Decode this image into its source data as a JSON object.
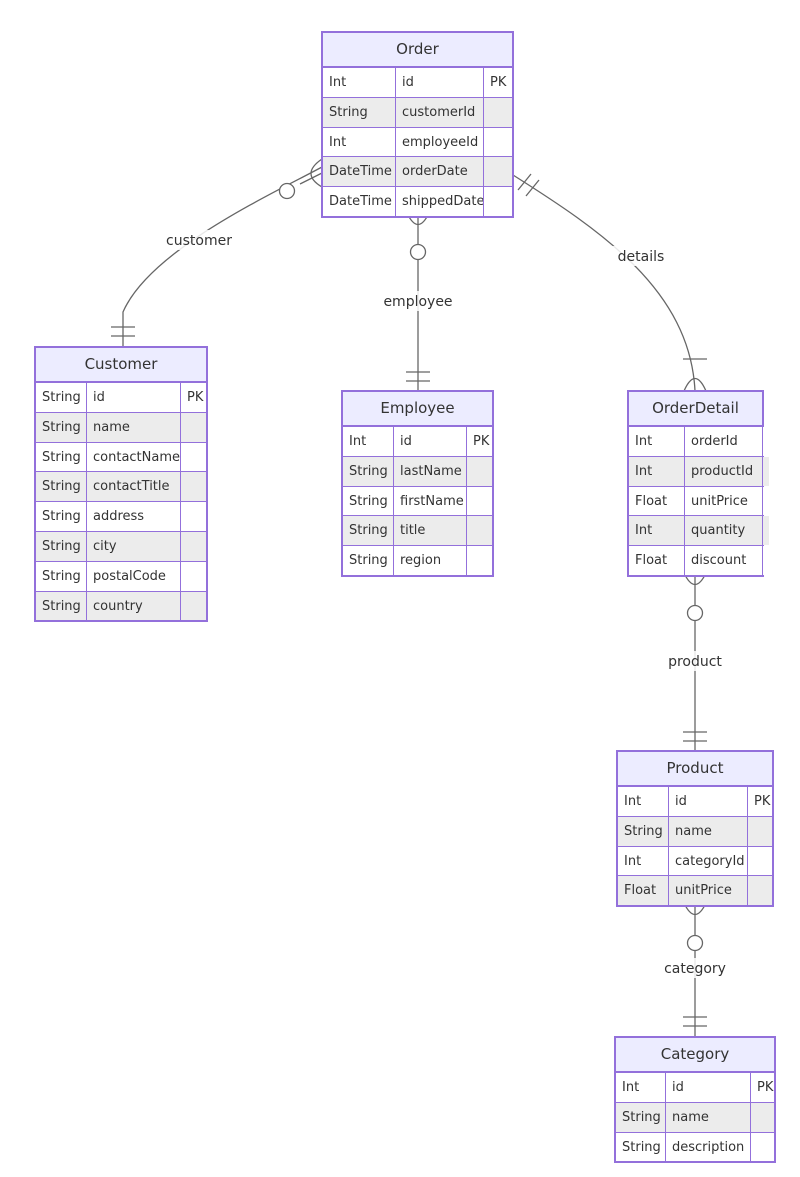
{
  "entities": [
    {
      "name": "Order",
      "attributes": [
        {
          "type": "Int",
          "name": "id",
          "key": "PK"
        },
        {
          "type": "String",
          "name": "customerId",
          "key": ""
        },
        {
          "type": "Int",
          "name": "employeeId",
          "key": ""
        },
        {
          "type": "DateTime",
          "name": "orderDate",
          "key": ""
        },
        {
          "type": "DateTime",
          "name": "shippedDate",
          "key": ""
        }
      ]
    },
    {
      "name": "Customer",
      "attributes": [
        {
          "type": "String",
          "name": "id",
          "key": "PK"
        },
        {
          "type": "String",
          "name": "name",
          "key": ""
        },
        {
          "type": "String",
          "name": "contactName",
          "key": ""
        },
        {
          "type": "String",
          "name": "contactTitle",
          "key": ""
        },
        {
          "type": "String",
          "name": "address",
          "key": ""
        },
        {
          "type": "String",
          "name": "city",
          "key": ""
        },
        {
          "type": "String",
          "name": "postalCode",
          "key": ""
        },
        {
          "type": "String",
          "name": "country",
          "key": ""
        }
      ]
    },
    {
      "name": "Employee",
      "attributes": [
        {
          "type": "Int",
          "name": "id",
          "key": "PK"
        },
        {
          "type": "String",
          "name": "lastName",
          "key": ""
        },
        {
          "type": "String",
          "name": "firstName",
          "key": ""
        },
        {
          "type": "String",
          "name": "title",
          "key": ""
        },
        {
          "type": "String",
          "name": "region",
          "key": ""
        }
      ]
    },
    {
      "name": "OrderDetail",
      "attributes": [
        {
          "type": "Int",
          "name": "orderId",
          "key": ""
        },
        {
          "type": "Int",
          "name": "productId",
          "key": ""
        },
        {
          "type": "Float",
          "name": "unitPrice",
          "key": ""
        },
        {
          "type": "Int",
          "name": "quantity",
          "key": ""
        },
        {
          "type": "Float",
          "name": "discount",
          "key": ""
        }
      ]
    },
    {
      "name": "Product",
      "attributes": [
        {
          "type": "Int",
          "name": "id",
          "key": "PK"
        },
        {
          "type": "String",
          "name": "name",
          "key": ""
        },
        {
          "type": "Int",
          "name": "categoryId",
          "key": ""
        },
        {
          "type": "Float",
          "name": "unitPrice",
          "key": ""
        }
      ]
    },
    {
      "name": "Category",
      "attributes": [
        {
          "type": "Int",
          "name": "id",
          "key": "PK"
        },
        {
          "type": "String",
          "name": "name",
          "key": ""
        },
        {
          "type": "String",
          "name": "description",
          "key": ""
        }
      ]
    }
  ],
  "relationships": [
    {
      "label": "customer",
      "from": "Order",
      "to": "Customer",
      "from_cardinality": "zero-or-many",
      "to_cardinality": "exactly-one"
    },
    {
      "label": "employee",
      "from": "Order",
      "to": "Employee",
      "from_cardinality": "zero-or-many",
      "to_cardinality": "exactly-one"
    },
    {
      "label": "details",
      "from": "Order",
      "to": "OrderDetail",
      "from_cardinality": "exactly-one",
      "to_cardinality": "one-or-many"
    },
    {
      "label": "product",
      "from": "OrderDetail",
      "to": "Product",
      "from_cardinality": "zero-or-many",
      "to_cardinality": "exactly-one"
    },
    {
      "label": "category",
      "from": "Product",
      "to": "Category",
      "from_cardinality": "zero-or-many",
      "to_cardinality": "exactly-one"
    }
  ],
  "colors": {
    "entity_border": "#9370db",
    "entity_header": "#ececff",
    "row_alt": "#ececec",
    "line": "#666666",
    "text": "#333333"
  }
}
